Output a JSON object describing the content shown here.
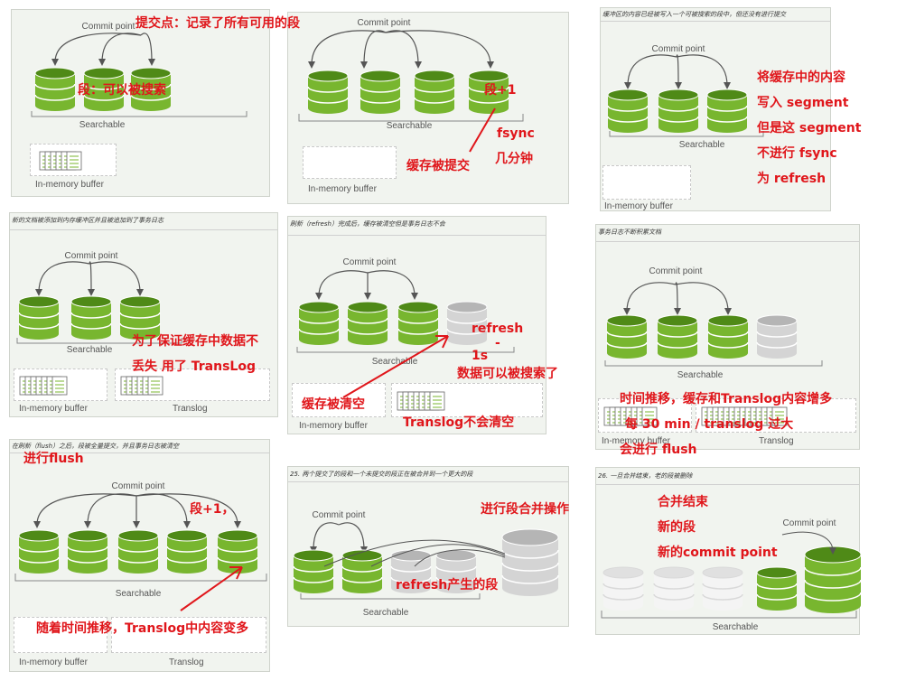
{
  "common": {
    "commit_point": "Commit point",
    "searchable": "Searchable",
    "in_memory_buffer": "In-memory buffer",
    "translog": "Translog"
  },
  "captions": {
    "p3": "缓冲区的内容已经被写入一个可被搜索的段中，但还没有进行提交",
    "p4": "新的文档被添加到内存缓冲区并且被追加到了事务日志",
    "p5": "刷新（refresh）完成后，缓存被清空但是事务日志不会",
    "p6": "事务日志不断积累文档",
    "p7": "在刷新（flush）之后，段被全量提交，并且事务日志被清空",
    "p8": "25. 两个提交了的段和一个未提交的段正在被合并到一个更大的段",
    "p9": "26. 一旦合并结束，老的段被删除"
  },
  "annotations": {
    "p1_commit": "提交点：记录了所有可用的段",
    "p1_segment": "段：可以被搜索",
    "p2_seg_plus": "段+1",
    "p2_fsync": "fsync",
    "p2_minutes": "几分钟",
    "p2_committed": "缓存被提交",
    "p3_lines": [
      "将缓存中的内容",
      "写入 segment",
      "但是这 segment",
      "不进行 fsync",
      "为 refresh"
    ],
    "p4_lines": [
      "为了保证缓存中数据不",
      "丢失  用了 TransLog"
    ],
    "p5_refresh": "refresh",
    "p5_dash": "-",
    "p5_1s": "1s",
    "p5_searchable": "数据可以被搜索了",
    "p5_cleared": "缓存被清空",
    "p5_translog": "Translog不会清空",
    "p6_lines": [
      "时间推移，缓存和Translog内容增多",
      "每 30 min / translog 过大",
      "会进行 flush"
    ],
    "p7_flush": "进行flush",
    "p7_seg_plus": "段+1，",
    "p7_translog_grows": "随着时间推移，Translog中内容变多",
    "p8_merge": "进行段合并操作",
    "p8_refresh_seg": "refresh产生的段",
    "p9_lines": [
      "合并结束",
      "新的段",
      "新的commit point"
    ]
  },
  "colors": {
    "segment_green": "#78b62f",
    "segment_gray": "#d4d4d4",
    "annotation_red": "#e0161b",
    "panel_bg": "#f1f4ef"
  }
}
